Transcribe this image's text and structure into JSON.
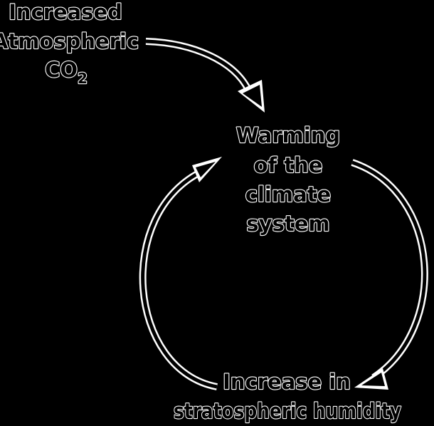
{
  "nodes": {
    "co2": {
      "line1": "Increased",
      "line2": "Atmospheric",
      "line3_base": "CO",
      "line3_sub": "2"
    },
    "warming": {
      "line1": "Warming",
      "line2": "of the",
      "line3": "climate",
      "line4": "system"
    },
    "humidity": {
      "line1": "Increase in",
      "line2": "stratospheric humidity"
    }
  },
  "colors": {
    "background": "#000000",
    "outline": "#ffffff",
    "fill": "#000000"
  }
}
